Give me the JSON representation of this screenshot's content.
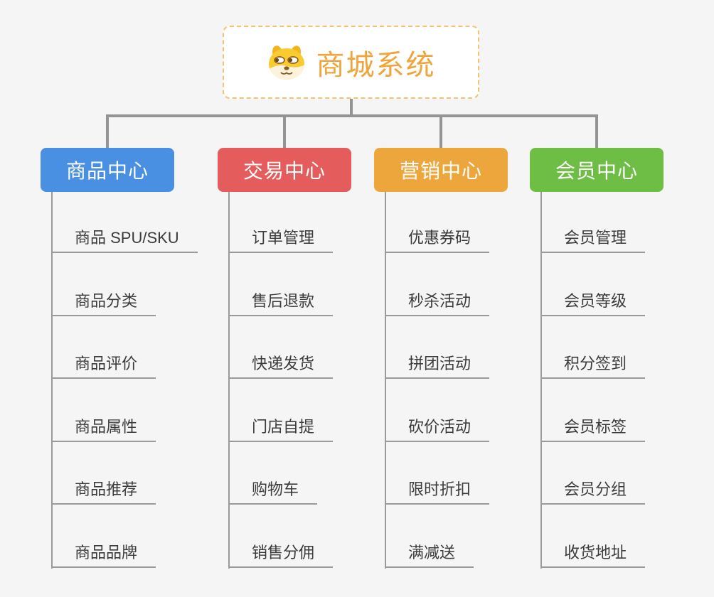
{
  "page": {
    "background": "#f5f5f5"
  },
  "root": {
    "title": "商城系统",
    "icon": "dog-face-icon",
    "title_color": "#f0a43c",
    "border_color": "#f3c272"
  },
  "connectors": {
    "tree_color": "#949494",
    "spine_color": "#9a9a9a"
  },
  "branches": [
    {
      "label": "商品中心",
      "color": "#4a90e2",
      "children": [
        "商品 SPU/SKU",
        "商品分类",
        "商品评价",
        "商品属性",
        "商品推荐",
        "商品品牌"
      ]
    },
    {
      "label": "交易中心",
      "color": "#e45c5c",
      "children": [
        "订单管理",
        "售后退款",
        "快递发货",
        "门店自提",
        "购物车",
        "销售分佣"
      ]
    },
    {
      "label": "营销中心",
      "color": "#eda63c",
      "children": [
        "优惠券码",
        "秒杀活动",
        "拼团活动",
        "砍价活动",
        "限时折扣",
        "满减送"
      ]
    },
    {
      "label": "会员中心",
      "color": "#6ebe45",
      "children": [
        "会员管理",
        "会员等级",
        "积分签到",
        "会员标签",
        "会员分组",
        "收货地址"
      ]
    }
  ]
}
